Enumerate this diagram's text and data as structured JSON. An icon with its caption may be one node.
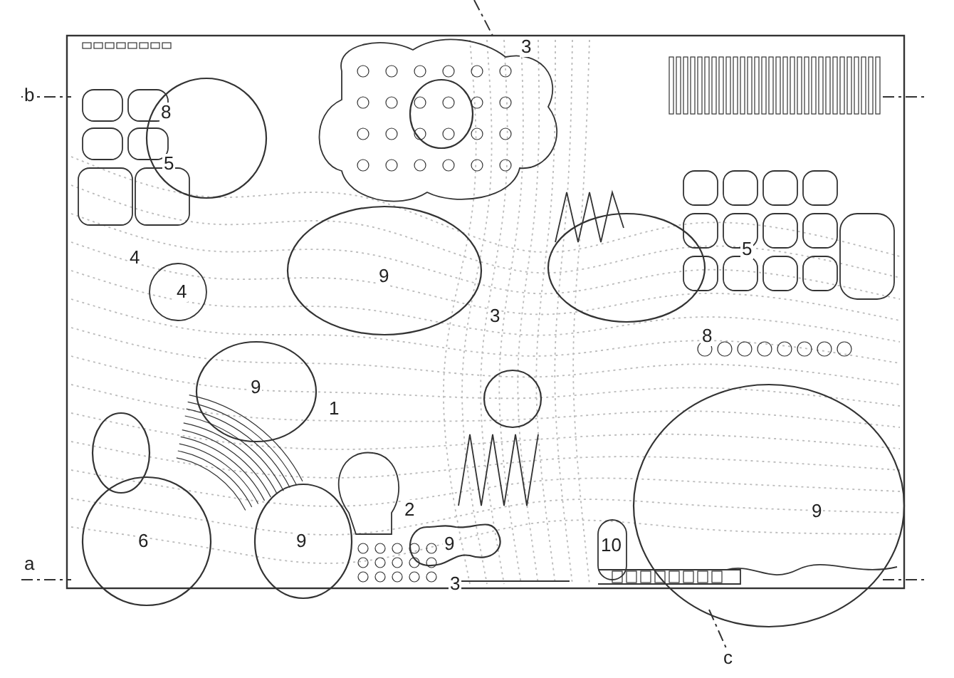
{
  "diagram": {
    "labels": [
      "3",
      "b",
      "8",
      "5",
      "4",
      "5",
      "9",
      "4",
      "3",
      "8",
      "9",
      "1",
      "2",
      "9",
      "6",
      "9",
      "9",
      "10",
      "a",
      "3",
      "c"
    ]
  }
}
